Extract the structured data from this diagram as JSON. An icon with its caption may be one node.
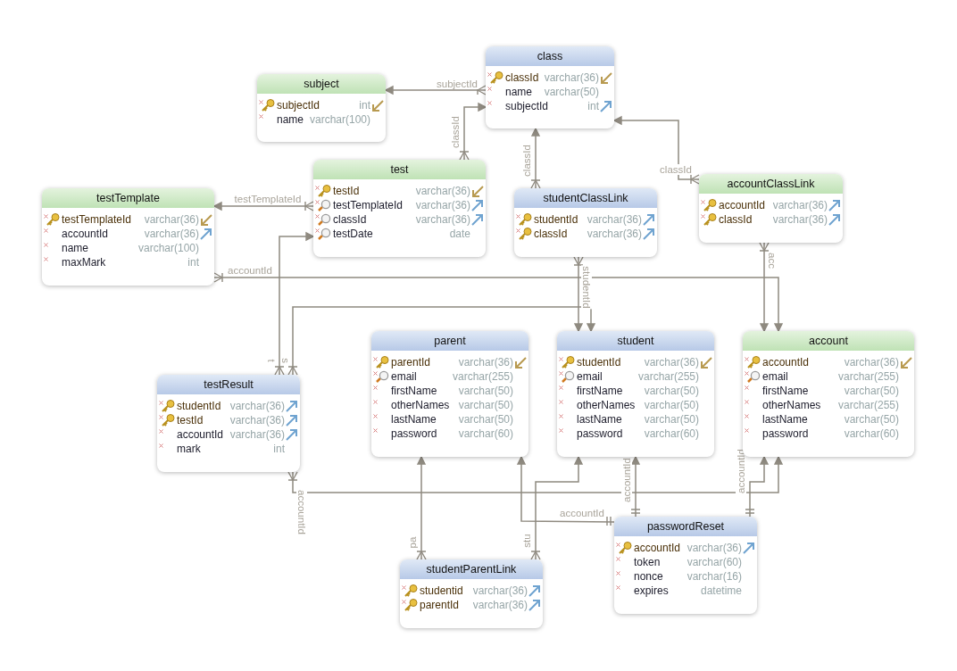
{
  "diagram": {
    "nodes": [
      {
        "text": [
          "subject",
          "subjectId",
          "int",
          "name",
          "varchar(100)"
        ]
      },
      {
        "text": [
          "class",
          "classId",
          "varchar(36)",
          "name",
          "varchar(50)",
          "subjectId",
          "int"
        ]
      },
      {
        "text": [
          "test",
          "testId",
          "varchar(36)",
          "testTemplateId",
          "varchar(36)",
          "classId",
          "varchar(36)",
          "testDate",
          "date"
        ]
      },
      {
        "text": [
          "testTemplate",
          "testTemplateId",
          "varchar(36)",
          "accountId",
          "varchar(36)",
          "name",
          "varchar(100)",
          "maxMark",
          "int"
        ]
      },
      {
        "text": [
          "studentClassLink",
          "studentId",
          "varchar(36)",
          "classId",
          "varchar(36)"
        ]
      },
      {
        "text": [
          "accountClassLink",
          "accountId",
          "varchar(36)",
          "classId",
          "varchar(36)"
        ]
      },
      {
        "text": [
          "testResult",
          "studentId",
          "varchar(36)",
          "testId",
          "varchar(36)",
          "accountId",
          "varchar(36)",
          "mark",
          "int"
        ]
      },
      {
        "text": [
          "parent",
          "parentId",
          "varchar(36)",
          "email",
          "varchar(255)",
          "firstName",
          "varchar(50)",
          "otherNames",
          "varchar(50)",
          "lastName",
          "varchar(50)",
          "password",
          "varchar(60)"
        ]
      },
      {
        "text": [
          "student",
          "studentId",
          "varchar(36)",
          "email",
          "varchar(255)",
          "firstName",
          "varchar(50)",
          "otherNames",
          "varchar(50)",
          "lastName",
          "varchar(50)",
          "password",
          "varchar(60)"
        ]
      },
      {
        "text": [
          "account",
          "accountId",
          "varchar(36)",
          "email",
          "varchar(255)",
          "firstName",
          "varchar(50)",
          "otherNames",
          "varchar(255)",
          "lastName",
          "varchar(50)",
          "password",
          "varchar(60)"
        ]
      },
      {
        "text": [
          "passwordReset",
          "accountId",
          "varchar(36)",
          "token",
          "varchar(60)",
          "nonce",
          "varchar(16)",
          "expires",
          "datetime"
        ]
      },
      {
        "text": [
          "studentParentLink",
          "studentid",
          "varchar(36)",
          "parentId",
          "varchar(36)"
        ]
      }
    ],
    "edges": [
      {
        "from": 1,
        "to": 0,
        "arrow": "to",
        "label": "subjectId"
      },
      {
        "from": 2,
        "to": 1,
        "arrow": "to",
        "label": "classId"
      },
      {
        "from": 4,
        "to": 1,
        "arrow": "to",
        "label": "classId"
      },
      {
        "from": 5,
        "to": 1,
        "arrow": "to",
        "label": "classId"
      },
      {
        "from": 2,
        "to": 3,
        "arrow": "to",
        "label": "testTemplateId"
      },
      {
        "from": 3,
        "to": 9,
        "arrow": "to",
        "label": "accountId"
      },
      {
        "from": 5,
        "to": 9,
        "arrow": "to",
        "label": "acc"
      },
      {
        "from": 6,
        "to": 2,
        "arrow": "to",
        "label": "t"
      },
      {
        "from": 6,
        "to": 8,
        "arrow": "to",
        "label": "s"
      },
      {
        "from": 4,
        "to": 8,
        "arrow": "to",
        "label": "studentId"
      },
      {
        "from": 6,
        "to": 9,
        "arrow": "to",
        "label": "accountId"
      },
      {
        "from": 11,
        "to": 7,
        "arrow": "to",
        "label": "pa"
      },
      {
        "from": 11,
        "to": 8,
        "arrow": "to",
        "label": "stu"
      },
      {
        "from": 10,
        "to": 7,
        "arrow": "to",
        "label": "accountId"
      },
      {
        "from": 10,
        "to": 8,
        "arrow": "to",
        "label": "accountId"
      },
      {
        "from": 10,
        "to": 9,
        "arrow": "to",
        "label": "accountId"
      }
    ]
  }
}
